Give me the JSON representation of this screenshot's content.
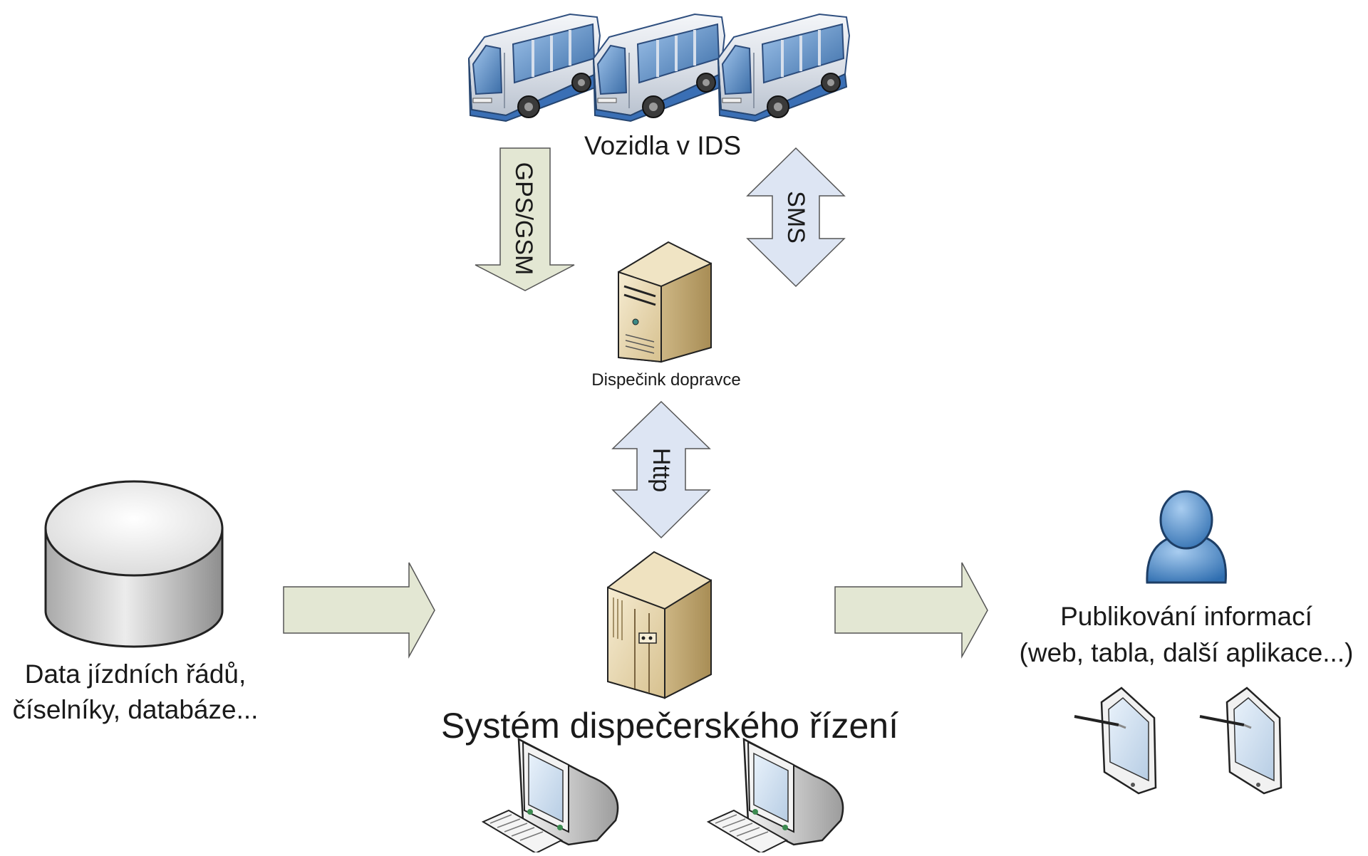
{
  "labels": {
    "vehicles": "Vozidla v IDS",
    "dispatch_carrier": "Dispečink dopravce",
    "data_line1": "Data jízdních řádů,",
    "data_line2": "číselníky, databáze...",
    "system": "Systém dispečerského řízení",
    "publish_line1": "Publikování informací",
    "publish_line2": "(web, tabla, další aplikace...)"
  },
  "arrows": {
    "gps": "GPS/GSM",
    "sms": "SMS",
    "http": "Http"
  },
  "colors": {
    "arrow_green": "#e3e7d3",
    "arrow_blue": "#dde5f3",
    "server_beige": "#e8d9b4",
    "bus_blue": "#3a6fb5",
    "user_blue": "#4a8acb"
  },
  "icons": [
    "bus-icon",
    "server-icon",
    "database-icon",
    "user-icon",
    "tablet-icon",
    "workstation-icon"
  ]
}
